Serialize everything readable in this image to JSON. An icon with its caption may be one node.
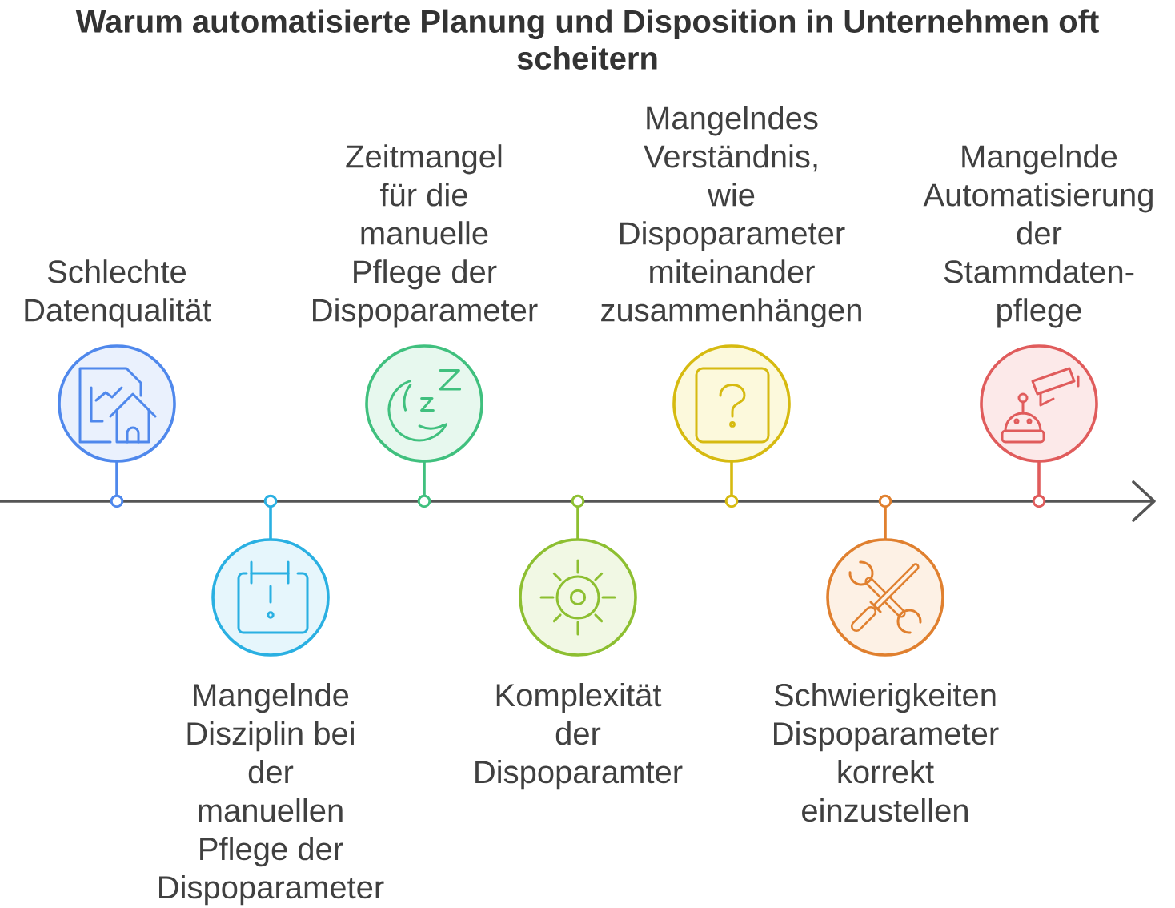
{
  "diagram": {
    "title": "Warum automatisierte Planung und Disposition in Unternehmen oft scheitern",
    "nodes": [
      {
        "text": [
          "Schlechte Datenqualität"
        ]
      },
      {
        "text": [
          "Mangelnde Disziplin bei der manuellen Pflege der Dispoparameter"
        ]
      },
      {
        "text": [
          "Zeitmangel für die manuelle Pflege der Dispoparameter"
        ]
      },
      {
        "text": [
          "Komplexität der Dispoparamter"
        ]
      },
      {
        "text": [
          "Mangelndes Verständnis, wie Dispoparameter miteinander zusammenhängen"
        ]
      },
      {
        "text": [
          "Schwierigkeiten Dispoparameter korrekt einzustellen"
        ]
      },
      {
        "text": [
          "Mangelnde Automatisierung der Stammdaten-pflege"
        ]
      }
    ]
  }
}
